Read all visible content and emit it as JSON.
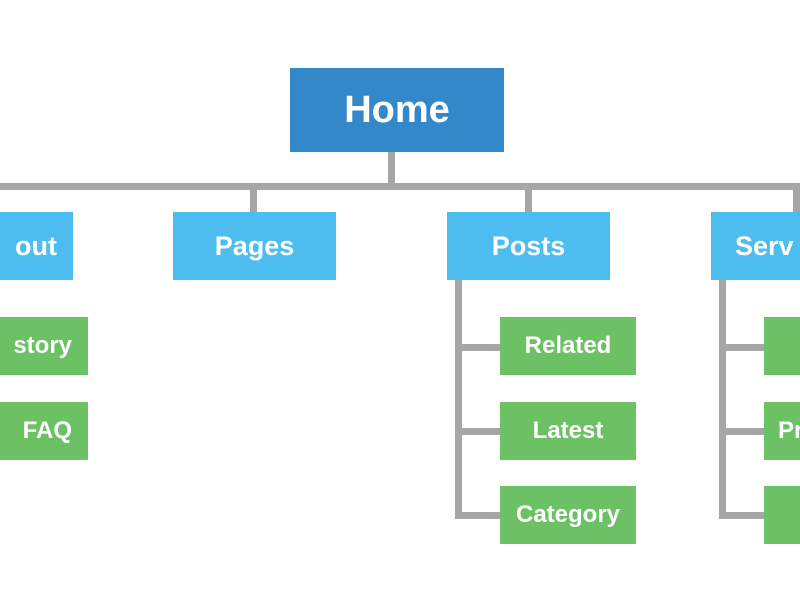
{
  "colors": {
    "root": "#3388c9",
    "level1": "#4dbdf0",
    "level2": "#6cc164",
    "connector": "#a6a6a6",
    "background": "#ffffff",
    "text": "#ffffff"
  },
  "root": {
    "label": "Home"
  },
  "sections": [
    {
      "label": "out",
      "children": [
        {
          "label": "story"
        },
        {
          "label": "FAQ"
        }
      ]
    },
    {
      "label": "Pages",
      "children": []
    },
    {
      "label": "Posts",
      "children": [
        {
          "label": "Related"
        },
        {
          "label": "Latest"
        },
        {
          "label": "Category"
        }
      ]
    },
    {
      "label": "Serv",
      "children": [
        {
          "label": ""
        },
        {
          "label": "Pr"
        },
        {
          "label": ""
        }
      ]
    }
  ]
}
